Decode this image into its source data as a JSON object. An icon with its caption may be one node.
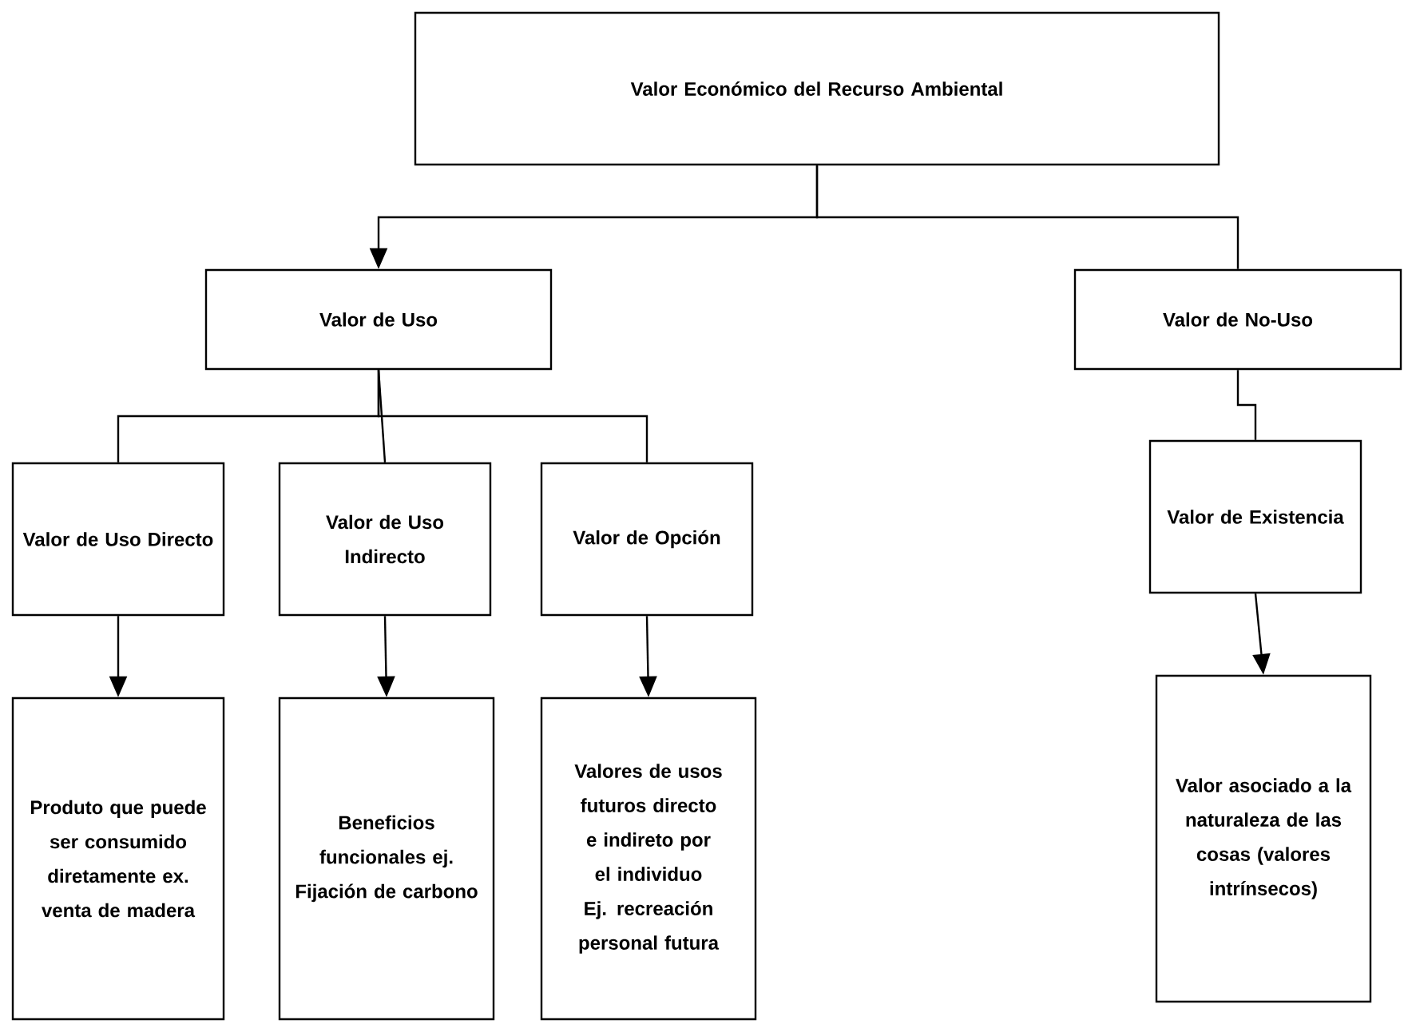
{
  "diagram": {
    "nodes": [
      {
        "text": [
          "Valor Económico del Recurso Ambiental"
        ]
      },
      {
        "text": [
          "Valor de Uso"
        ]
      },
      {
        "text": [
          "Valor de No-Uso"
        ]
      },
      {
        "text": [
          "Valor de Uso Directo"
        ]
      },
      {
        "text": [
          "Valor de Uso Indirecto"
        ]
      },
      {
        "text": [
          "Valor de Opción"
        ]
      },
      {
        "text": [
          "Valor de Existencia"
        ]
      },
      {
        "text": [
          "Produto que puede ser consumido diretamente ex. venta de madera"
        ]
      },
      {
        "text": [
          "Beneficios funcionales ej. Fijación de carbono"
        ]
      },
      {
        "text": [
          "Valores de usos futuros directo e indireto por el individuo Ej. recreación personal futura"
        ]
      },
      {
        "text": [
          "Valor asociado a la naturaleza de las cosas (valores intrínsecos)"
        ]
      }
    ],
    "edges": [
      {
        "from": 0,
        "to": 1,
        "arrow": "to"
      },
      {
        "from": 0,
        "to": 2,
        "arrow": "none"
      },
      {
        "from": 1,
        "to": 3,
        "arrow": "none"
      },
      {
        "from": 1,
        "to": 4,
        "arrow": "none"
      },
      {
        "from": 1,
        "to": 5,
        "arrow": "none"
      },
      {
        "from": 2,
        "to": 6,
        "arrow": "none"
      },
      {
        "from": 3,
        "to": 7,
        "arrow": "to"
      },
      {
        "from": 4,
        "to": 8,
        "arrow": "to"
      },
      {
        "from": 5,
        "to": 9,
        "arrow": "to"
      },
      {
        "from": 6,
        "to": 10,
        "arrow": "to"
      }
    ]
  }
}
